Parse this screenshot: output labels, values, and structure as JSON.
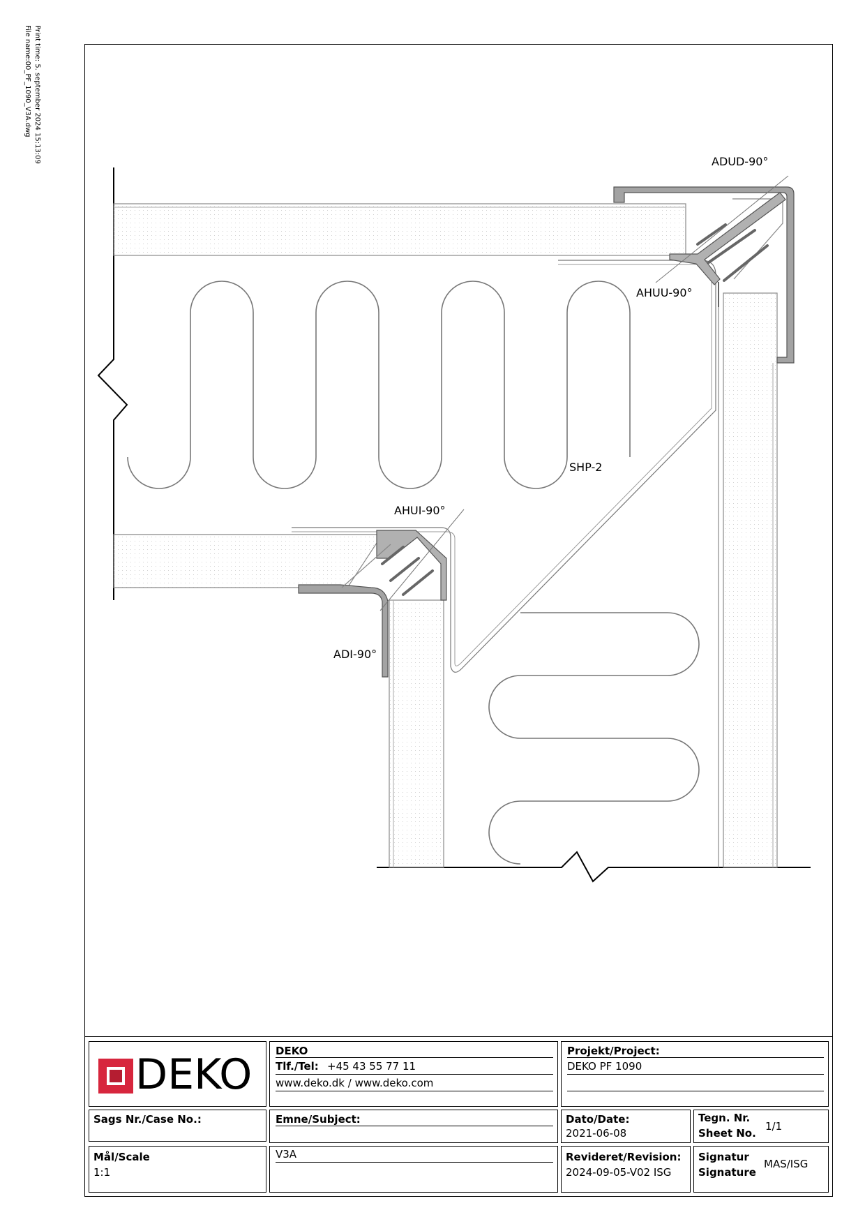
{
  "print_meta": {
    "print_time": "Print time: 5. september 2024 15:13:09",
    "file_name": "File name:00_PF_1090_V3A.dwg"
  },
  "labels": {
    "adud": "ADUD-90°",
    "ahuu": "AHUU-90°",
    "shp": "SHP-2",
    "ahui": "AHUI-90°",
    "adi": "ADI-90°"
  },
  "title_block": {
    "logo": "DEKO",
    "company": "DEKO",
    "tel_label": "Tlf./Tel:",
    "tel_value": "+45 43 55 77 11",
    "web": "www.deko.dk / www.deko.com",
    "project_label": "Projekt/Project:",
    "project_value": "DEKO PF 1090",
    "case_label": "Sags Nr./Case No.:",
    "case_value": "",
    "subject_label": "Emne/Subject:",
    "subject_value": "V3A",
    "date_label": "Dato/Date:",
    "date_value": "2021-06-08",
    "sheet_label_1": "Tegn. Nr.",
    "sheet_label_2": "Sheet No.",
    "sheet_value": "1/1",
    "scale_label": "Mål/Scale",
    "scale_value": "1:1",
    "revision_label": "Revideret/Revision:",
    "revision_value": "2024-09-05-V02 ISG",
    "signature_label_1": "Signatur",
    "signature_label_2": "Signature",
    "signature_value": "MAS/ISG"
  },
  "colors": {
    "logo_red": "#d7263d",
    "profile_gray": "#9a9a9a",
    "line_gray": "#7a7a7a"
  }
}
